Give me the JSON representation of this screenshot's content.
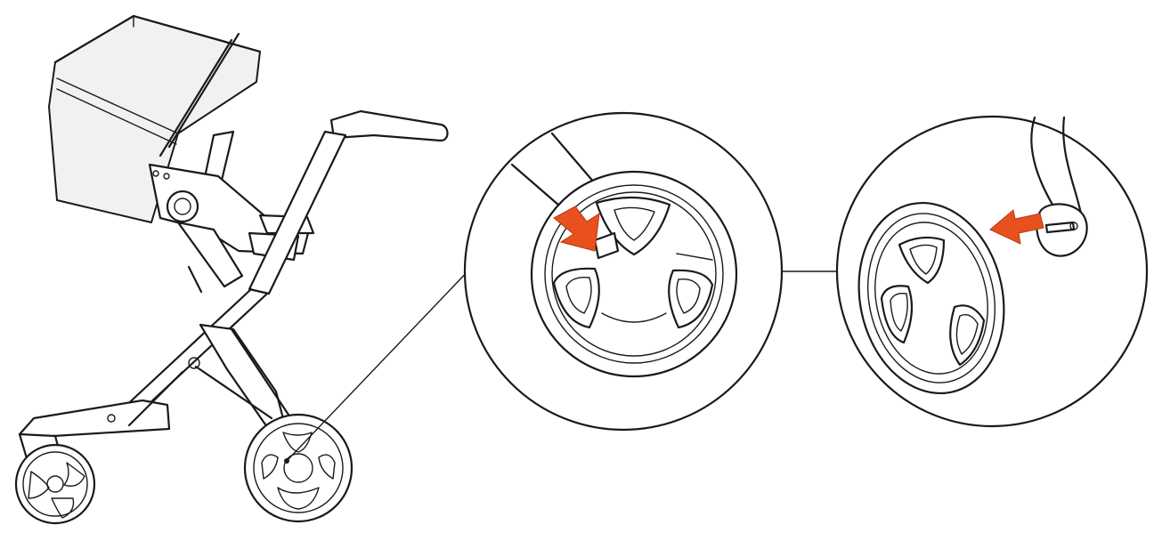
{
  "diagram": {
    "steps": [
      {
        "id": "overview",
        "subject": "stroller-rear-wheel"
      },
      {
        "id": "detail-1",
        "subject": "press-release-button",
        "arrow": "orange-arrow-icon"
      },
      {
        "id": "detail-2",
        "subject": "pull-wheel-off-axle",
        "arrow": "orange-arrow-icon"
      }
    ]
  },
  "colors": {
    "arrow": "#e8501e",
    "line": "#1a1a1a",
    "background": "#ffffff"
  }
}
